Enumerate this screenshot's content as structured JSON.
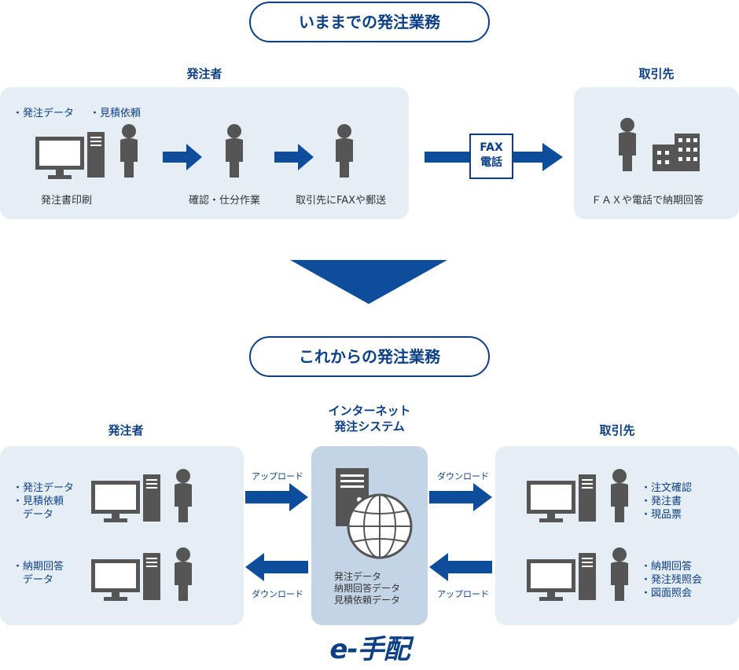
{
  "top": {
    "title": "いままでの発注業務",
    "orderer_heading": "発注者",
    "supplier_heading": "取引先",
    "orderer_items": [
      "・発注データ",
      "・見積依頼"
    ],
    "step1": "発注書印刷",
    "step2": "確認・仕分作業",
    "step3": "取引先にFAXや郵送",
    "fax_box": [
      "FAX",
      "電話"
    ],
    "supplier_caption": "ＦＡＸや電話で納期回答"
  },
  "bottom": {
    "title": "これからの発注業務",
    "orderer_heading": "発注者",
    "system_heading": [
      "インターネット",
      "発注システム"
    ],
    "supplier_heading": "取引先",
    "orderer_group1": [
      "・発注データ",
      "・見積依頼",
      "　データ"
    ],
    "orderer_group2": [
      "・納期回答",
      "　データ"
    ],
    "upload_left": "アップロード",
    "download_left": "ダウンロード",
    "download_right": "ダウンロード",
    "upload_right": "アップロード",
    "system_data": [
      "発注データ",
      "納期回答データ",
      "見積依頼データ"
    ],
    "supplier_group1": [
      "・注文確認",
      "・発注書",
      "・現品票"
    ],
    "supplier_group2": [
      "・納期回答",
      "・発注残照会",
      "・図面照会"
    ],
    "logo_text": "e-手配"
  },
  "colors": {
    "navy": "#0c3f86",
    "arrow_blue": "#0d4d9b",
    "panel": "#e5edf5",
    "system_panel": "#c3d4e6",
    "icon_gray": "#555555"
  }
}
